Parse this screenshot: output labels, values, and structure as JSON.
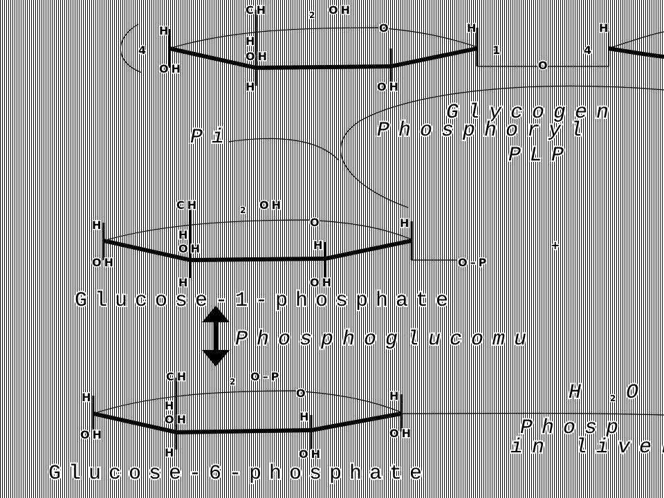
{
  "top_molecule": {
    "ch2oh": {
      "ch": "CH",
      "sub": "2",
      "oh": "OH"
    },
    "ring_o": "O",
    "c4_h": "H",
    "c4": "4",
    "c4_oh": "OH",
    "c3_h": "H",
    "c3_oh": "OH",
    "c3_h2": "H",
    "c2_oh": "OH",
    "c1_h": "H",
    "c1": "1",
    "glyco_o": "O",
    "next_h": "H",
    "next_4": "4"
  },
  "enzyme_1": {
    "line1": "Glycogen",
    "line2": "Phosphoryl",
    "cofactor": "PLP",
    "pi": "Pi"
  },
  "middle_molecule": {
    "ch2oh": {
      "ch": "CH",
      "sub": "2",
      "oh": "OH"
    },
    "ring_o": "O",
    "c4_h": "H",
    "c4_oh": "OH",
    "c3_h": "H",
    "c3_oh": "OH",
    "c3_h2": "H",
    "c2_h": "H",
    "c2_oh": "OH",
    "c1_h": "H",
    "c1_op": "O–P",
    "plus": "+",
    "name": "Glucose-1-phosphate"
  },
  "enzyme_2": {
    "label": "Phosphoglucomu"
  },
  "bottom_molecule": {
    "ch2op": {
      "ch": "CH",
      "sub": "2",
      "op": "O–P"
    },
    "ring_o": "O",
    "c4_h": "H",
    "c4_oh": "OH",
    "c3_h": "H",
    "c3_oh": "OH",
    "c3_h2": "H",
    "c2_h": "H",
    "c2_oh": "OH",
    "c1_h": "H",
    "c1_oh": "OH",
    "name": "Glucose-6-phosphate"
  },
  "enzyme_3": {
    "water": "H2O",
    "water_sub": "2",
    "line1": "Phosp",
    "line2": "in liver"
  }
}
